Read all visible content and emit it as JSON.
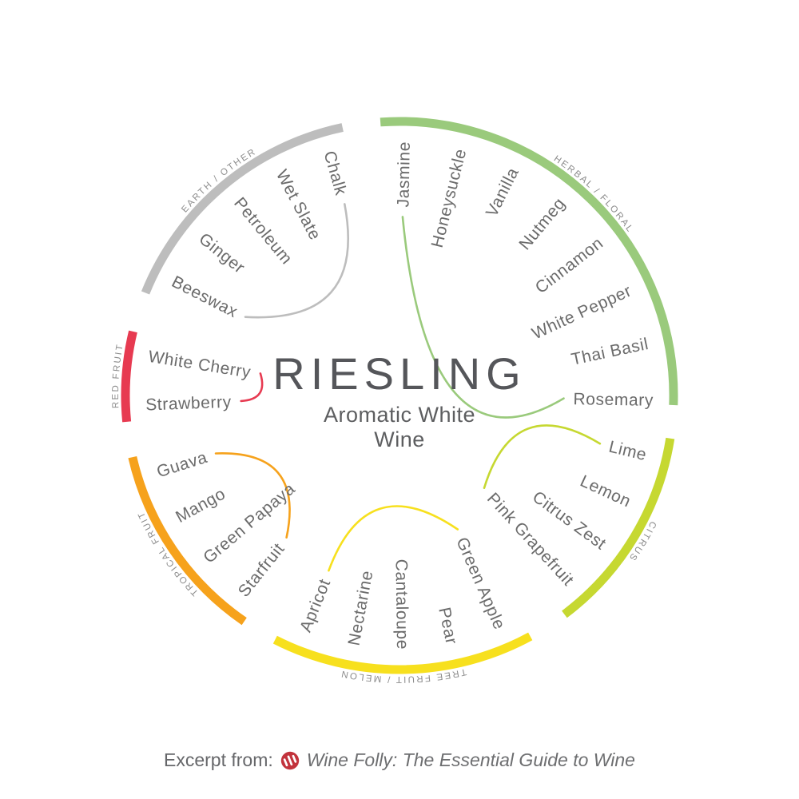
{
  "title": "RIESLING",
  "subtitle_line1": "Aromatic White",
  "subtitle_line2": "Wine",
  "footer": {
    "prefix": "Excerpt from:",
    "source": "Wine Folly: The Essential Guide to Wine",
    "logo": "wine-folly-logo",
    "logo_color": "#c2333c"
  },
  "colors": {
    "herbal_floral": "#9aca7c",
    "citrus": "#c6d831",
    "tree_fruit_melon": "#f7e01e",
    "tropical_fruit": "#f6a21c",
    "red_fruit": "#e73a51",
    "earth_other": "#bdbdbd",
    "flavor_label": "#6b6b6b",
    "category_label": "#8c8c8c",
    "title": "#55565a"
  },
  "chart_data": {
    "type": "radial-aroma-wheel",
    "title": "RIESLING",
    "subtitle": "Aromatic White Wine",
    "sections": [
      {
        "name": "HERBAL / FLORAL",
        "color": "#9aca7c",
        "arc_deg": [
          358,
          454
        ],
        "labels": [
          {
            "text": "Jasmine",
            "angle": 449.0
          },
          {
            "text": "Honeysuckle",
            "angle": 436.1
          },
          {
            "text": "Vanilla",
            "angle": 423.3
          },
          {
            "text": "Nutmeg",
            "angle": 410.4
          },
          {
            "text": "Cinnamon",
            "angle": 397.6
          },
          {
            "text": "White Pepper",
            "angle": 384.7
          },
          {
            "text": "Thai Basil",
            "angle": 371.9
          },
          {
            "text": "Rosemary",
            "angle": 359.0
          }
        ]
      },
      {
        "name": "CITRUS",
        "color": "#c6d831",
        "arc_deg": [
          307,
          351
        ],
        "labels": [
          {
            "text": "Lime",
            "angle": 346.5
          },
          {
            "text": "Lemon",
            "angle": 335.2
          },
          {
            "text": "Citrus Zest",
            "angle": 323.8
          },
          {
            "text": "Pink Grapefruit",
            "angle": 312.5
          }
        ]
      },
      {
        "name": "TREE FRUIT / MELON",
        "color": "#f7e01e",
        "arc_deg": [
          243,
          298.5
        ],
        "labels": [
          {
            "text": "Green Apple",
            "angle": 293.5
          },
          {
            "text": "Pear",
            "angle": 282.0
          },
          {
            "text": "Cantaloupe",
            "angle": 270.8
          },
          {
            "text": "Nectarine",
            "angle": 259.5
          },
          {
            "text": "Apricot",
            "angle": 248.0
          }
        ]
      },
      {
        "name": "TROPICAL FRUIT",
        "color": "#f6a21c",
        "arc_deg": [
          193,
          235.5
        ],
        "labels": [
          {
            "text": "Starfruit",
            "angle": 231.5
          },
          {
            "text": "Green Papaya",
            "angle": 220.2
          },
          {
            "text": "Mango",
            "angle": 208.8
          },
          {
            "text": "Guava",
            "angle": 197.5
          }
        ]
      },
      {
        "name": "RED FRUIT",
        "color": "#e73a51",
        "arc_deg": [
          166.5,
          185.5
        ],
        "labels": [
          {
            "text": "White Cherry",
            "angle": 171.0
          },
          {
            "text": "Strawberry",
            "angle": 182.0
          }
        ]
      },
      {
        "name": "EARTH / OTHER",
        "color": "#bdbdbd",
        "arc_deg": [
          102,
          158
        ],
        "labels": [
          {
            "text": "Chalk",
            "angle": 106.0
          },
          {
            "text": "Wet Slate",
            "angle": 117.8
          },
          {
            "text": "Petroleum",
            "angle": 129.5
          },
          {
            "text": "Ginger",
            "angle": 141.2
          },
          {
            "text": "Beeswax",
            "angle": 153.0
          }
        ]
      }
    ]
  }
}
